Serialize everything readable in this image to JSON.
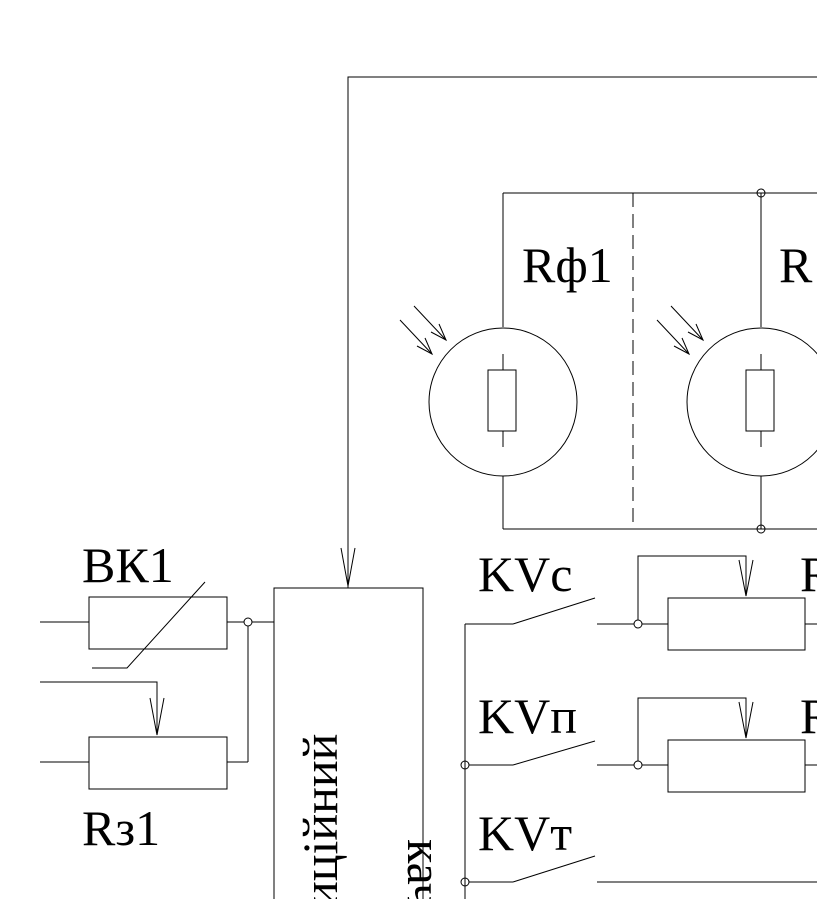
{
  "labels": {
    "photoresistor_1": "Rф1",
    "photoresistor_2": "R",
    "limit_switch": "ВК1",
    "setpoint_resistor": "Rз1",
    "relay_contact_c": "KVс",
    "relay_contact_p": "KVп",
    "relay_contact_t": "KVт",
    "right_edge_label_1": "R",
    "right_edge_label_2": "R"
  },
  "block_text": {
    "line_1": "иційний",
    "line_2": "кач"
  }
}
